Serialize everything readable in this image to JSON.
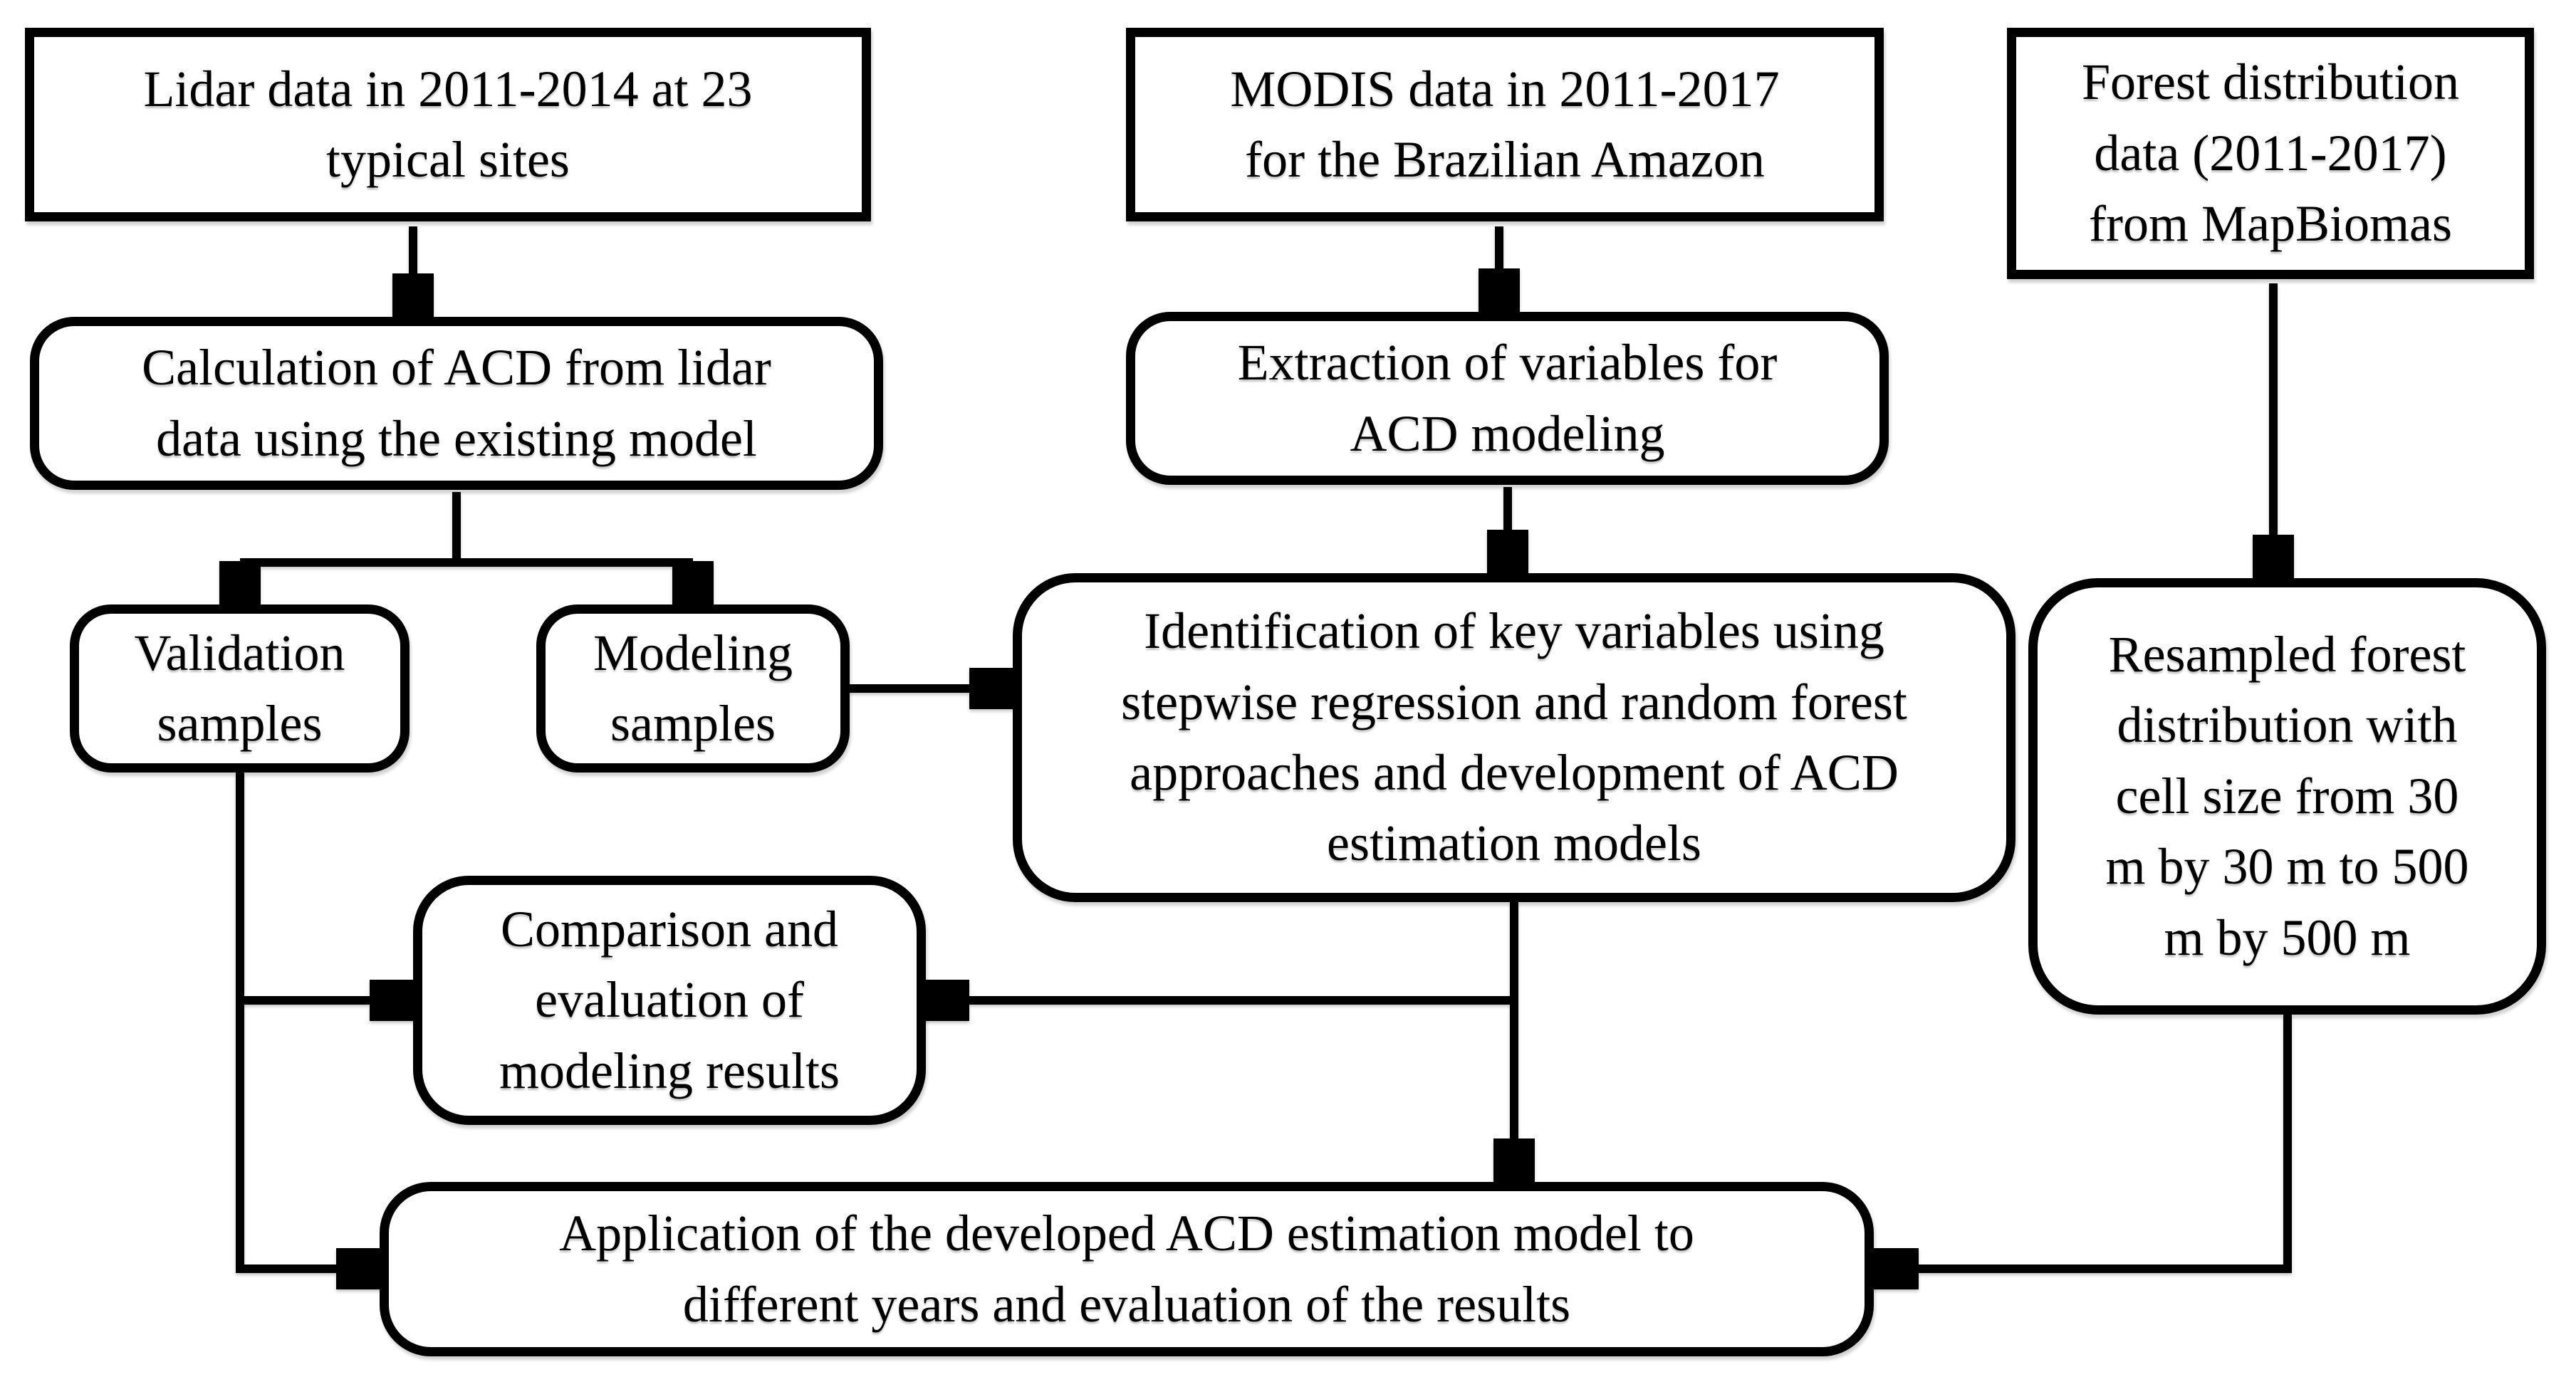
{
  "diagram": {
    "type": "flowchart",
    "colors": {
      "background": "#ffffff",
      "stroke": "#000000",
      "text": "#000000"
    },
    "nodes": {
      "lidar": {
        "shape": "rectangle",
        "text": "Lidar data in 2011-2014 at 23\ntypical sites"
      },
      "modis": {
        "shape": "rectangle",
        "text": "MODIS data in 2011-2017\nfor the Brazilian Amazon"
      },
      "forest": {
        "shape": "rectangle",
        "text": "Forest distribution\ndata (2011-2017)\nfrom MapBiomas"
      },
      "calculation": {
        "shape": "rounded",
        "text": "Calculation of ACD from lidar\ndata using the existing model"
      },
      "extraction": {
        "shape": "rounded",
        "text": "Extraction of variables for\nACD modeling"
      },
      "validation": {
        "shape": "rounded",
        "text": "Validation\nsamples"
      },
      "modeling": {
        "shape": "rounded",
        "text": "Modeling\nsamples"
      },
      "identification": {
        "shape": "rounded",
        "text": "Identification of key variables using\nstepwise regression and random forest\napproaches and development of ACD\nestimation models"
      },
      "resampled": {
        "shape": "rounded",
        "text": "Resampled forest\ndistribution with\ncell size from 30\nm by 30 m to 500\nm by 500 m"
      },
      "comparison": {
        "shape": "rounded",
        "text": "Comparison and\nevaluation of\nmodeling results"
      },
      "application": {
        "shape": "rounded",
        "text": "Application of the developed ACD estimation model to\ndifferent years and evaluation of the results"
      }
    },
    "edges": [
      {
        "from": "lidar",
        "to": "calculation"
      },
      {
        "from": "modis",
        "to": "extraction"
      },
      {
        "from": "forest",
        "to": "resampled"
      },
      {
        "from": "calculation",
        "to": "validation"
      },
      {
        "from": "calculation",
        "to": "modeling"
      },
      {
        "from": "modeling",
        "to": "identification"
      },
      {
        "from": "extraction",
        "to": "identification"
      },
      {
        "from": "identification",
        "to": "comparison"
      },
      {
        "from": "identification",
        "to": "application"
      },
      {
        "from": "validation",
        "to": "comparison"
      },
      {
        "from": "validation",
        "to": "application"
      },
      {
        "from": "resampled",
        "to": "application"
      }
    ]
  }
}
